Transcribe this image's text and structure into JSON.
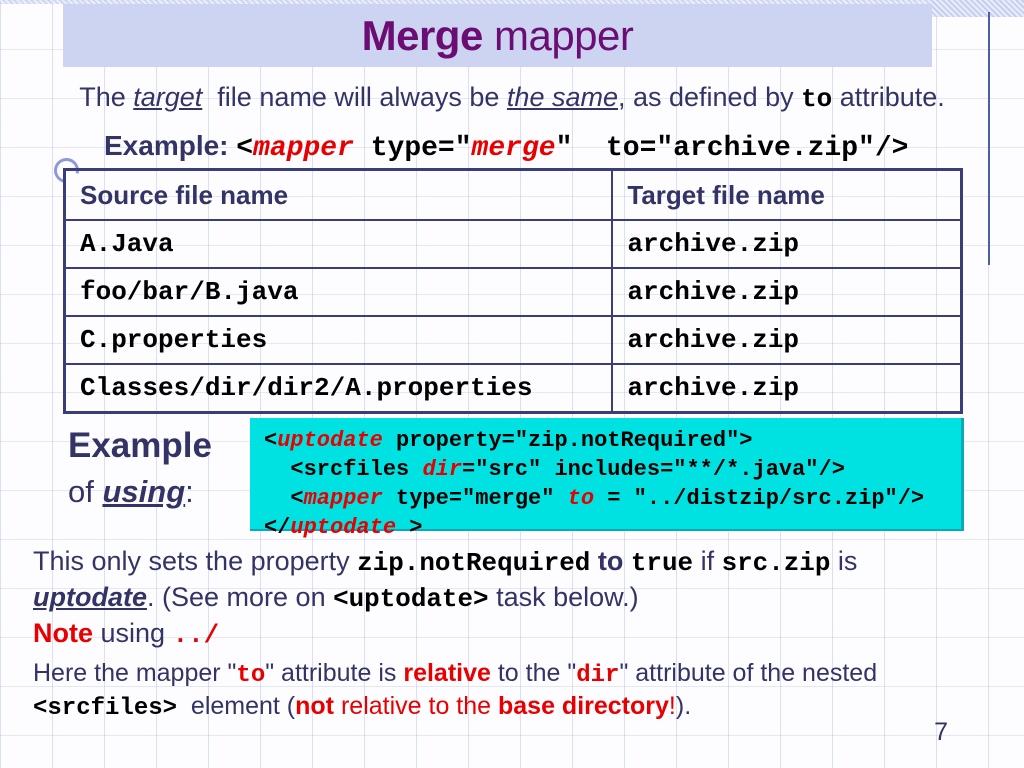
{
  "title": {
    "bold": "Merge",
    "rest": " mapper"
  },
  "colors": {
    "title_text": "#6b0d72",
    "title_bg": "#ccd4f2",
    "body_text": "#333366",
    "accent_red": "#e80000",
    "code_box_bg": "#00e2e2",
    "table_border": "#3a3e78"
  },
  "intro": {
    "runs": [
      {
        "t": "The ",
        "s": "p"
      },
      {
        "t": "target",
        "s": "iu"
      },
      {
        "t": "  file name will always be ",
        "s": "p"
      },
      {
        "t": "the same",
        "s": "iu"
      },
      {
        "t": ", as defined by ",
        "s": "p"
      },
      {
        "t": "to",
        "s": "m"
      },
      {
        "t": " attribute.",
        "s": "p"
      }
    ]
  },
  "example_line": {
    "runs": [
      {
        "t": "Example: ",
        "s": "b"
      },
      {
        "t": "<",
        "s": "m"
      },
      {
        "t": "mapper",
        "s": "mr"
      },
      {
        "t": " type=\"",
        "s": "m"
      },
      {
        "t": "merge",
        "s": "mr"
      },
      {
        "t": "\"  to=\"archive.zip\"/>",
        "s": "m"
      }
    ]
  },
  "table": {
    "headers": [
      "Source file name",
      "Target file name"
    ],
    "rows": [
      [
        "A.Java",
        "archive.zip"
      ],
      [
        "foo/bar/B.java",
        "archive.zip"
      ],
      [
        "C.properties",
        "archive.zip"
      ],
      [
        "Classes/dir/dir2/A.properties",
        "archive.zip"
      ]
    ]
  },
  "example_using": {
    "line1": "Example",
    "line2_runs": [
      {
        "t": "of ",
        "s": "p"
      },
      {
        "t": "using",
        "s": "biu"
      },
      {
        "t": ":",
        "s": "p"
      }
    ]
  },
  "code_block": {
    "lines": [
      {
        "runs": [
          {
            "t": "<",
            "s": "m"
          },
          {
            "t": "uptodate",
            "s": "mr"
          },
          {
            "t": " property=\"zip.notRequired\">",
            "s": "m"
          }
        ]
      },
      {
        "runs": [
          {
            "t": "  <srcfiles ",
            "s": "m"
          },
          {
            "t": "dir",
            "s": "mr"
          },
          {
            "t": "=\"src\" includes=\"**/*.java\"/>",
            "s": "m"
          }
        ]
      },
      {
        "runs": [
          {
            "t": "  <",
            "s": "m"
          },
          {
            "t": "mapper",
            "s": "mr"
          },
          {
            "t": " type=\"merge\" ",
            "s": "m"
          },
          {
            "t": "to",
            "s": "mr"
          },
          {
            "t": " = \"../distzip/src.zip\"/>",
            "s": "m"
          }
        ]
      },
      {
        "runs": [
          {
            "t": "</",
            "s": "m"
          },
          {
            "t": "uptodate",
            "s": "mr"
          },
          {
            "t": " >",
            "s": "m"
          }
        ]
      }
    ]
  },
  "para1": {
    "line1_runs": [
      {
        "t": "This only sets the property ",
        "s": "p"
      },
      {
        "t": "zip.notRequired",
        "s": "m"
      },
      {
        "t": " ",
        "s": "p"
      },
      {
        "t": "to",
        "s": "b"
      },
      {
        "t": " ",
        "s": "p"
      },
      {
        "t": "true",
        "s": "m"
      },
      {
        "t": " if ",
        "s": "p"
      },
      {
        "t": "src.zip",
        "s": "m"
      },
      {
        "t": " is",
        "s": "p"
      }
    ],
    "line2_runs": [
      {
        "t": "uptodate",
        "s": "biu"
      },
      {
        "t": ". (See more on ",
        "s": "p"
      },
      {
        "t": "<uptodate>",
        "s": "m"
      },
      {
        "t": " task below.)",
        "s": "p"
      }
    ]
  },
  "note": {
    "runs": [
      {
        "t": "Note",
        "s": "rb"
      },
      {
        "t": " using ",
        "s": "p"
      },
      {
        "t": "../",
        "s": "mru"
      }
    ]
  },
  "para2": {
    "line1_runs": [
      {
        "t": "Here the mapper \"",
        "s": "p"
      },
      {
        "t": "to",
        "s": "mru"
      },
      {
        "t": "\" attribute is ",
        "s": "p"
      },
      {
        "t": "relative",
        "s": "rb"
      },
      {
        "t": " to the \"",
        "s": "p"
      },
      {
        "t": "dir",
        "s": "mru"
      },
      {
        "t": "\" attribute of the nested",
        "s": "p"
      }
    ],
    "line2_runs": [
      {
        "t": "<srcfiles>",
        "s": "m"
      },
      {
        "t": "  element (",
        "s": "p"
      },
      {
        "t": "not",
        "s": "rb"
      },
      {
        "t": " relative to the ",
        "s": "r"
      },
      {
        "t": "base directory",
        "s": "rb"
      },
      {
        "t": "!",
        "s": "r"
      },
      {
        "t": ").",
        "s": "p"
      }
    ]
  },
  "page_number": "7"
}
